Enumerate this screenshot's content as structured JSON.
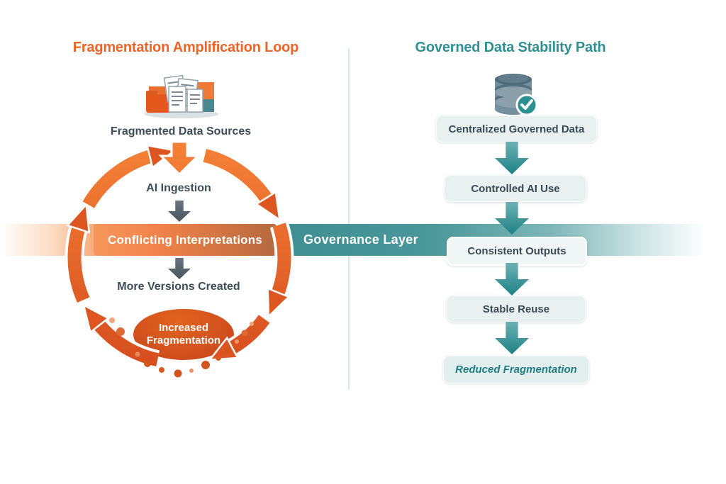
{
  "palette": {
    "orange_accent": "#ee6428",
    "orange_deep": "#d4491c",
    "teal_accent": "#2f9094",
    "band_teal": "#3e8e92",
    "slate_text": "#3d4d58",
    "box_background": "#e8f1f0"
  },
  "left_panel": {
    "title": "Fragmentation Amplification Loop",
    "source_label": "Fragmented Data Sources",
    "step_ai_ingestion": "AI Ingestion",
    "step_conflicting": "Conflicting Interpretations",
    "step_more_versions": "More Versions Created",
    "step_increased": "Increased Fragmentation",
    "icon": "fragmented-documents-cluster-icon"
  },
  "governance_band": {
    "label": "Governance Layer"
  },
  "right_panel": {
    "title": "Governed Data Stability Path",
    "icon": "database-with-checkmark-icon",
    "steps": [
      "Centralized Governed Data",
      "Controlled AI Use",
      "Consistent Outputs",
      "Stable Reuse",
      "Reduced Fragmentation"
    ]
  }
}
